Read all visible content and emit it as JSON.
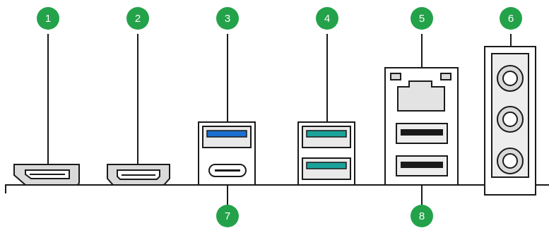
{
  "colors": {
    "badge": "#23a24a",
    "usb_blue": "#1a6fd1",
    "usb_teal": "#1aa39a",
    "port_fill": "#d9d9d9",
    "port_fill_light": "#ededed",
    "outline": "#1a1a1a"
  },
  "callouts": [
    {
      "number": "1",
      "port": "displayport-port"
    },
    {
      "number": "2",
      "port": "hdmi-port"
    },
    {
      "number": "3",
      "port": "usb-blue-port"
    },
    {
      "number": "4",
      "port": "usb-teal-ports"
    },
    {
      "number": "5",
      "port": "ethernet-port"
    },
    {
      "number": "6",
      "port": "audio-jacks"
    },
    {
      "number": "7",
      "port": "usb-c-port"
    },
    {
      "number": "8",
      "port": "usb-black-ports"
    }
  ],
  "icons": [
    "displayport-icon",
    "hdmi-icon",
    "usb-a-icon",
    "usb-c-icon",
    "rj45-icon",
    "audio-jack-icon"
  ]
}
